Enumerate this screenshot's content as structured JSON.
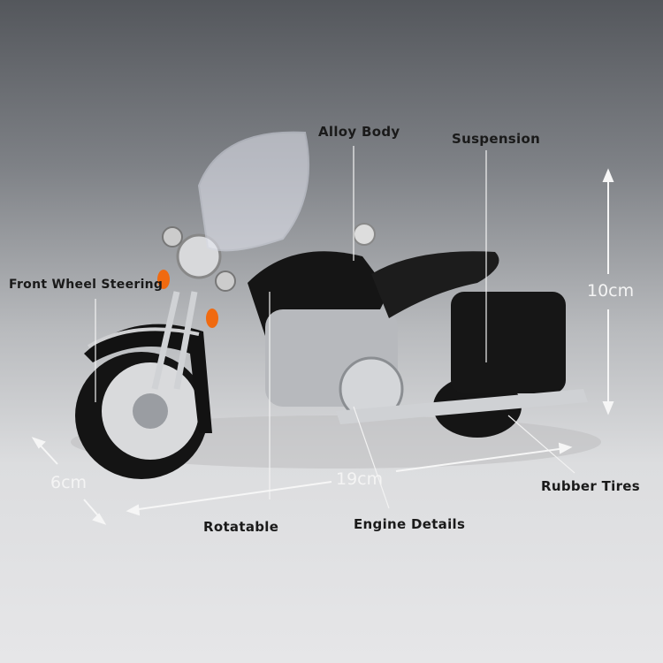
{
  "callouts": {
    "alloy_body": "Alloy Body",
    "suspension": "Suspension",
    "front_wheel_steering": "Front Wheel Steering",
    "rotatable": "Rotatable",
    "engine_details": "Engine Details",
    "rubber_tires": "Rubber Tires"
  },
  "dimensions": {
    "height": "10cm",
    "width": "6cm",
    "length": "19cm"
  },
  "colors": {
    "body": "#141414",
    "chrome": "#c8cacd",
    "indicator": "#f06a10"
  }
}
